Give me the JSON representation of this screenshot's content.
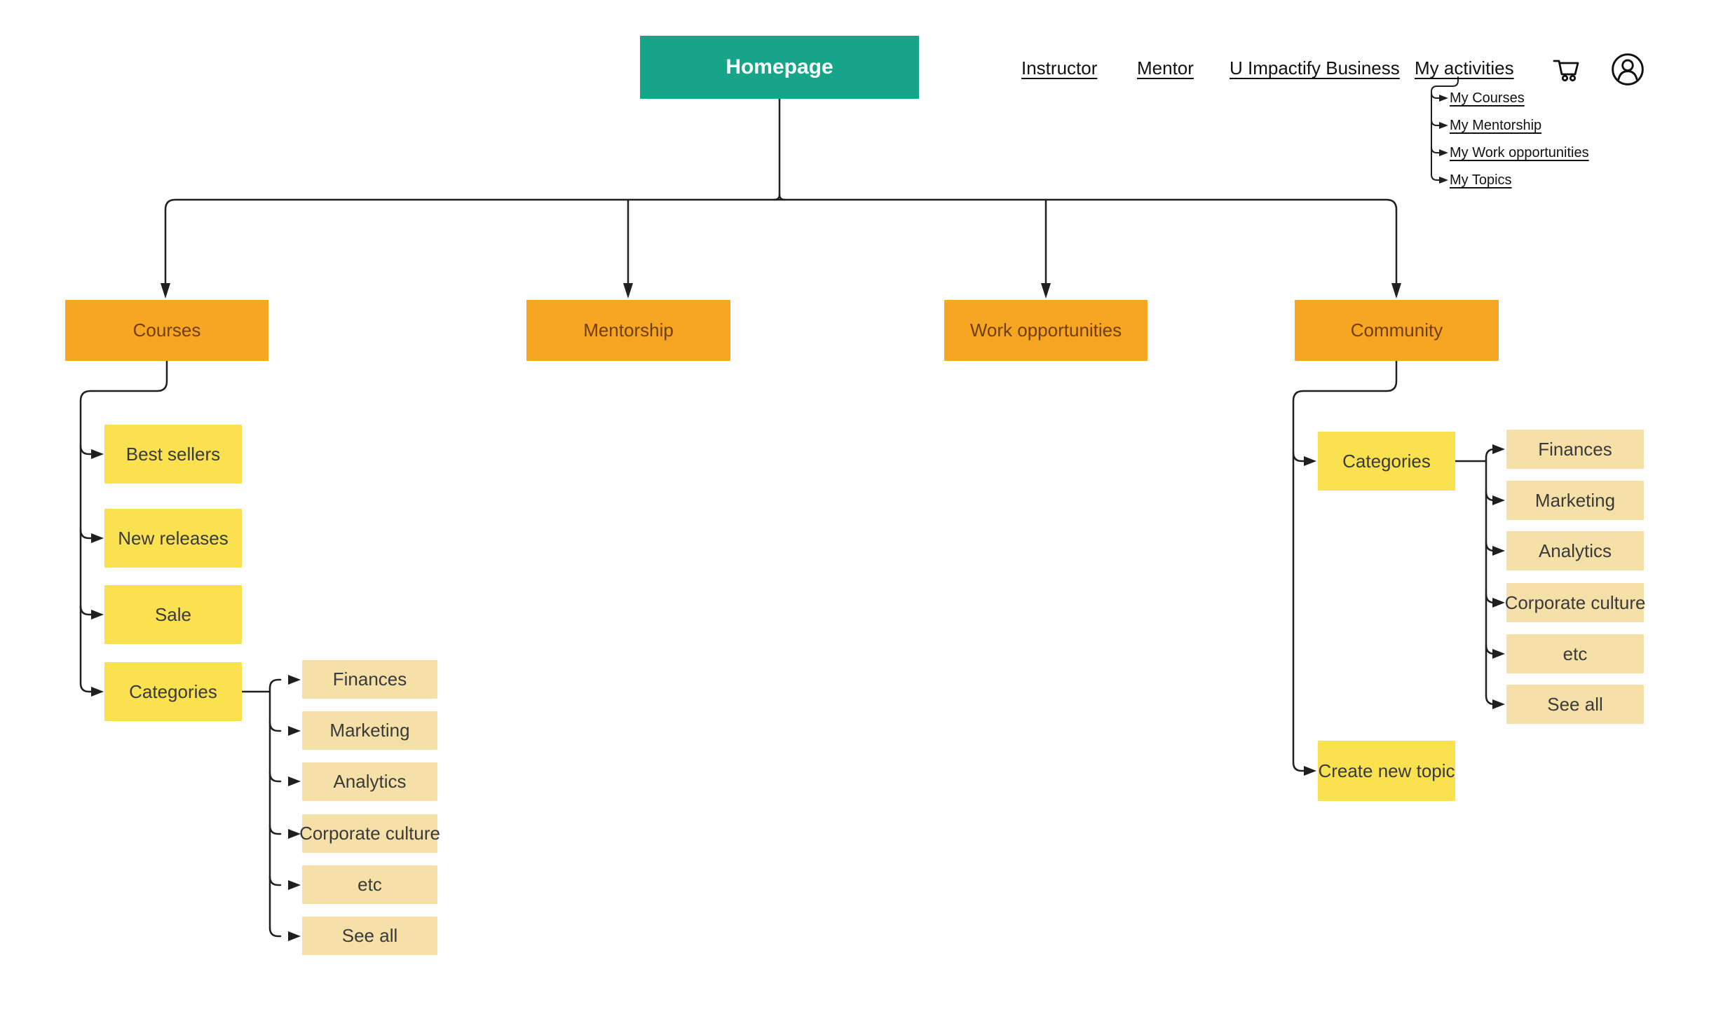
{
  "header": {
    "nav_links": [
      {
        "label": "Instructor"
      },
      {
        "label": "Mentor"
      },
      {
        "label": "U Impactify Business"
      },
      {
        "label": "My activities"
      }
    ],
    "my_activities_submenu": [
      {
        "label": "My Courses"
      },
      {
        "label": "My Mentorship"
      },
      {
        "label": "My Work opportunities"
      },
      {
        "label": "My Topics"
      }
    ],
    "icons": [
      {
        "name": "cart-icon"
      },
      {
        "name": "profile-icon"
      }
    ]
  },
  "sitemap": {
    "root": {
      "label": "Homepage"
    },
    "branches": [
      {
        "label": "Courses",
        "children": [
          {
            "label": "Best sellers"
          },
          {
            "label": "New releases"
          },
          {
            "label": "Sale"
          },
          {
            "label": "Categories",
            "children": [
              {
                "label": "Finances"
              },
              {
                "label": "Marketing"
              },
              {
                "label": "Analytics"
              },
              {
                "label": "Corporate culture"
              },
              {
                "label": "etc"
              },
              {
                "label": "See all"
              }
            ]
          }
        ]
      },
      {
        "label": "Mentorship",
        "children": []
      },
      {
        "label": "Work opportunities",
        "children": []
      },
      {
        "label": "Community",
        "children": [
          {
            "label": "Categories",
            "children": [
              {
                "label": "Finances"
              },
              {
                "label": "Marketing"
              },
              {
                "label": "Analytics"
              },
              {
                "label": "Corporate culture"
              },
              {
                "label": "etc"
              },
              {
                "label": "See all"
              }
            ]
          },
          {
            "label": "Create new topic"
          }
        ]
      }
    ]
  },
  "colors": {
    "root": "#17A58A",
    "level1": "#F6A623",
    "level2": "#F9E14F",
    "level3": "#F5E0A8",
    "connector": "#1F1F1F"
  }
}
